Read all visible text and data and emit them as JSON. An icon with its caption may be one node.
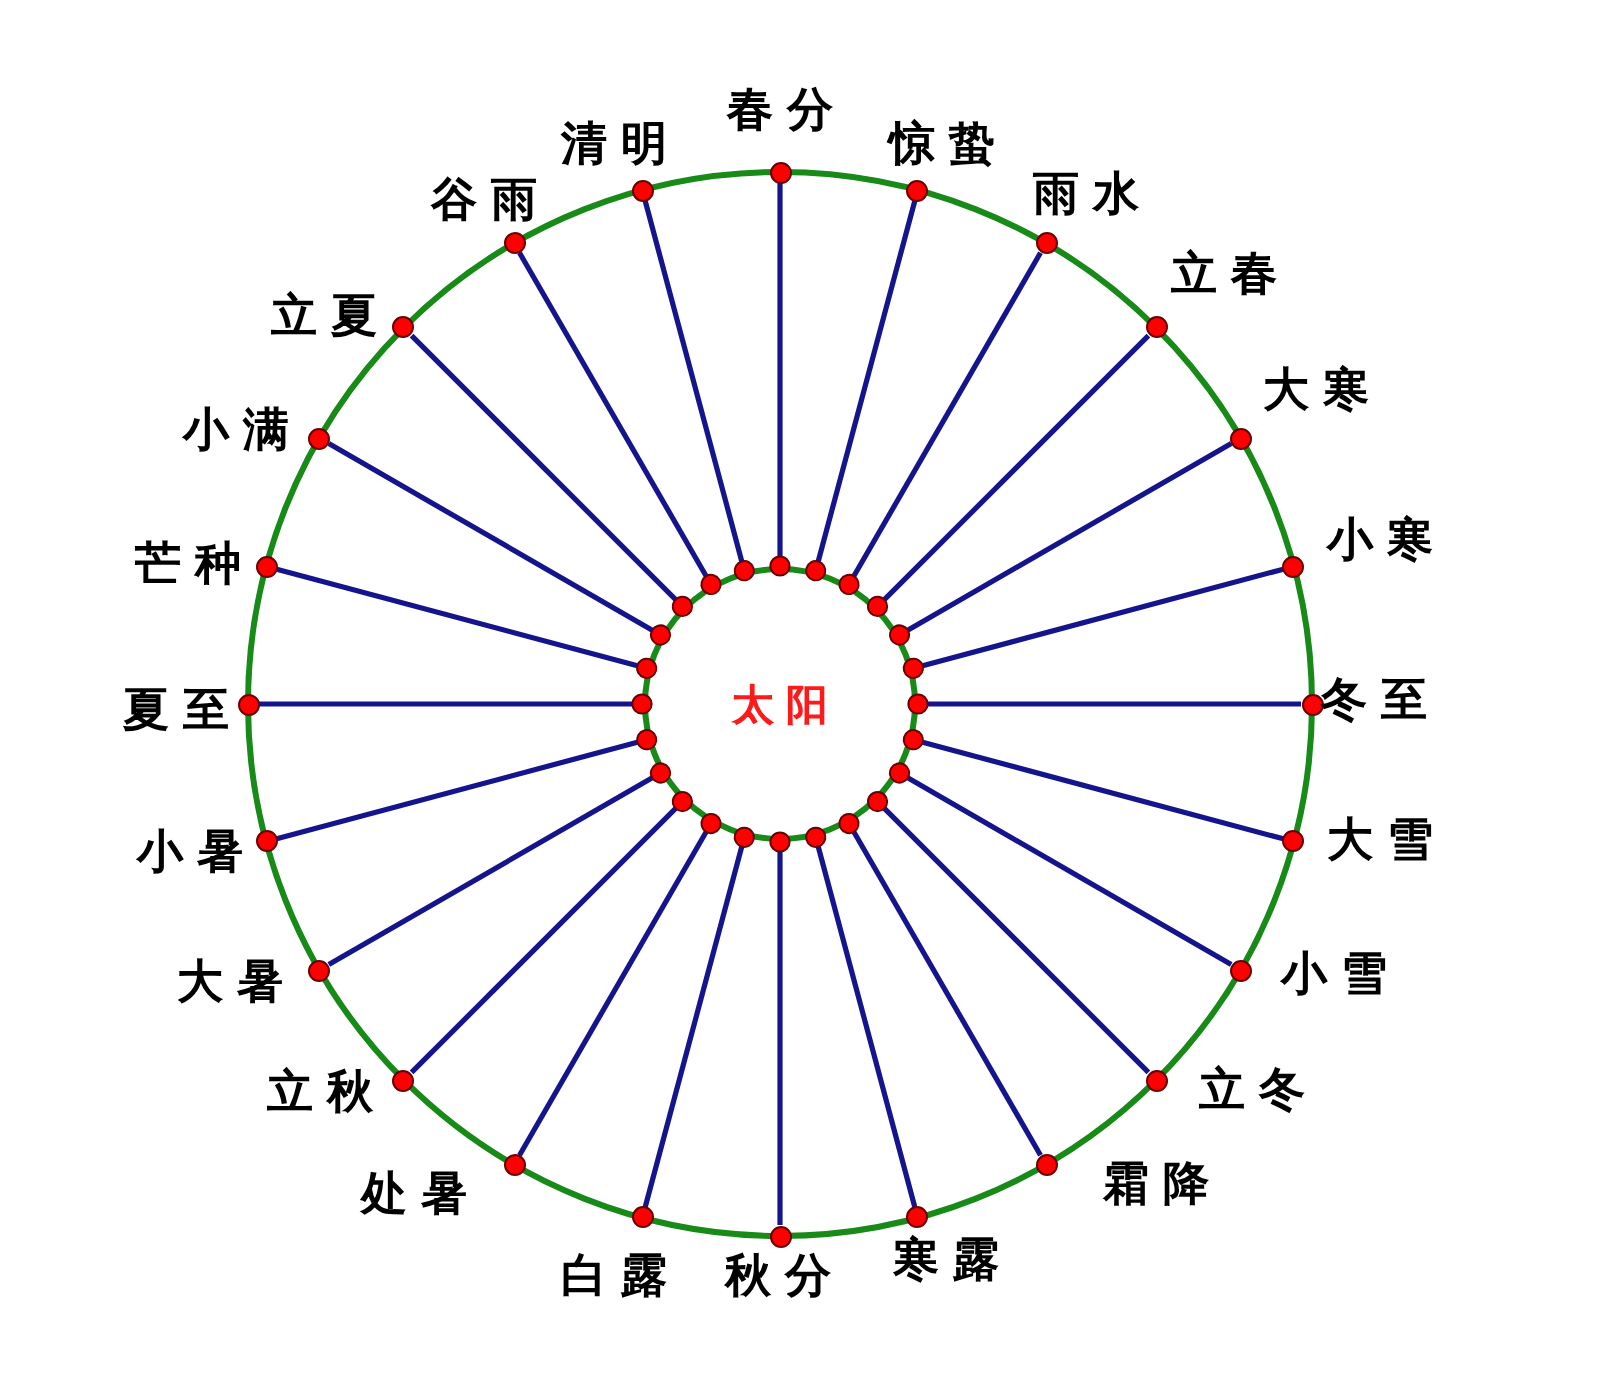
{
  "diagram": {
    "nodes": [
      {
        "text": [
          "太阳"
        ]
      },
      {
        "text": [],
        "shape": "circle",
        "beside": [
          "春分"
        ]
      },
      {
        "text": [],
        "shape": "circle",
        "beside": [
          "清明"
        ]
      },
      {
        "text": [],
        "shape": "circle",
        "beside": [
          "谷雨"
        ]
      },
      {
        "text": [],
        "shape": "circle",
        "beside": [
          "立夏"
        ]
      },
      {
        "text": [],
        "shape": "circle",
        "beside": [
          "小满"
        ]
      },
      {
        "text": [],
        "shape": "circle",
        "beside": [
          "芒种"
        ]
      },
      {
        "text": [],
        "shape": "circle",
        "beside": [
          "夏至"
        ]
      },
      {
        "text": [],
        "shape": "circle",
        "beside": [
          "小暑"
        ]
      },
      {
        "text": [],
        "shape": "circle",
        "beside": [
          "大暑"
        ]
      },
      {
        "text": [],
        "shape": "circle",
        "beside": [
          "立秋"
        ]
      },
      {
        "text": [],
        "shape": "circle",
        "beside": [
          "处暑"
        ]
      },
      {
        "text": [],
        "shape": "circle",
        "beside": [
          "白露"
        ]
      },
      {
        "text": [],
        "shape": "circle",
        "beside": [
          "秋分"
        ]
      },
      {
        "text": [],
        "shape": "circle",
        "beside": [
          "寒露"
        ]
      },
      {
        "text": [],
        "shape": "circle",
        "beside": [
          "霜降"
        ]
      },
      {
        "text": [],
        "shape": "circle",
        "beside": [
          "立冬"
        ]
      },
      {
        "text": [],
        "shape": "circle",
        "beside": [
          "小雪"
        ]
      },
      {
        "text": [],
        "shape": "circle",
        "beside": [
          "大雪"
        ]
      },
      {
        "text": [],
        "shape": "circle",
        "beside": [
          "冬至"
        ]
      },
      {
        "text": [],
        "shape": "circle",
        "beside": [
          "小寒"
        ]
      },
      {
        "text": [],
        "shape": "circle",
        "beside": [
          "大寒"
        ]
      },
      {
        "text": [],
        "shape": "circle",
        "beside": [
          "立春"
        ]
      },
      {
        "text": [],
        "shape": "circle",
        "beside": [
          "雨水"
        ]
      },
      {
        "text": [],
        "shape": "circle",
        "beside": [
          "惊蛰"
        ]
      }
    ],
    "edges": [
      {
        "from": 1,
        "to": 0,
        "arrow": "other"
      },
      {
        "from": 2,
        "to": 0,
        "arrow": "other"
      },
      {
        "from": 3,
        "to": 0,
        "arrow": "other"
      },
      {
        "from": 4,
        "to": 0,
        "arrow": "other"
      },
      {
        "from": 5,
        "to": 0,
        "arrow": "other"
      },
      {
        "from": 6,
        "to": 0,
        "arrow": "other"
      },
      {
        "from": 7,
        "to": 0,
        "arrow": "other"
      },
      {
        "from": 8,
        "to": 0,
        "arrow": "other"
      },
      {
        "from": 9,
        "to": 0,
        "arrow": "other"
      },
      {
        "from": 10,
        "to": 0,
        "arrow": "other"
      },
      {
        "from": 11,
        "to": 0,
        "arrow": "other"
      },
      {
        "from": 12,
        "to": 0,
        "arrow": "other"
      },
      {
        "from": 13,
        "to": 0,
        "arrow": "other"
      },
      {
        "from": 14,
        "to": 0,
        "arrow": "other"
      },
      {
        "from": 15,
        "to": 0,
        "arrow": "other"
      },
      {
        "from": 16,
        "to": 0,
        "arrow": "other"
      },
      {
        "from": 17,
        "to": 0,
        "arrow": "other"
      },
      {
        "from": 18,
        "to": 0,
        "arrow": "other"
      },
      {
        "from": 19,
        "to": 0,
        "arrow": "other"
      },
      {
        "from": 20,
        "to": 0,
        "arrow": "other"
      },
      {
        "from": 21,
        "to": 0,
        "arrow": "other"
      },
      {
        "from": 22,
        "to": 0,
        "arrow": "other"
      },
      {
        "from": 23,
        "to": 0,
        "arrow": "other"
      },
      {
        "from": 24,
        "to": 0,
        "arrow": "other"
      }
    ]
  }
}
